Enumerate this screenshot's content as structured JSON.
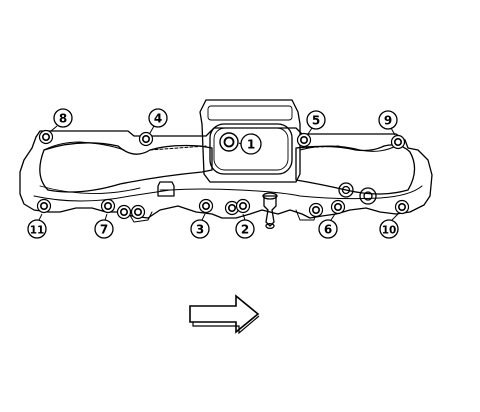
{
  "diagram": {
    "callouts": [
      "1",
      "2",
      "3",
      "4",
      "5",
      "6",
      "7",
      "8",
      "9",
      "10",
      "11"
    ],
    "direction_arrow_icon": "right-arrow-icon"
  }
}
